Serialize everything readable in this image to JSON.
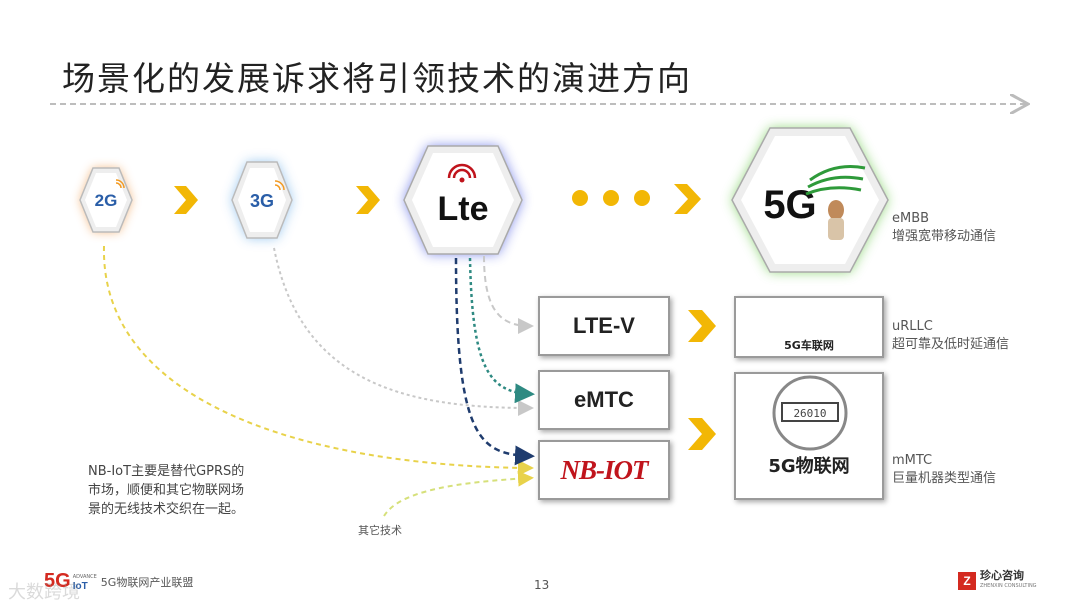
{
  "title": "场景化的发展诉求将引领技术的演进方向",
  "generations": [
    {
      "label": "2G",
      "glow": "#f3b47a"
    },
    {
      "label": "3G",
      "glow": "#8fc1ee"
    },
    {
      "label": "Lte",
      "glow": "#7a86ea"
    },
    {
      "label": "5G",
      "glow": "#8ed676"
    }
  ],
  "tech_boxes": {
    "ltev": "LTE-V",
    "emtc": "eMTC",
    "nbiot": "NB-IOT"
  },
  "app_boxes": {
    "car_label": "5G车联网",
    "iot_label": "5G物联网",
    "meter_digits": "26010"
  },
  "side_labels": {
    "embb_en": "eMBB",
    "embb_cn": "增强宽带移动通信",
    "urllc_en": "uRLLC",
    "urllc_cn": "超可靠及低时延通信",
    "mmtc_en": "mMTC",
    "mmtc_cn": "巨量机器类型通信"
  },
  "note": {
    "line1": "NB-IoT主要是替代GPRS的",
    "line2": "市场，顺便和其它物联网场",
    "line3": "景的无线技术交织在一起。"
  },
  "other_tech": "其它技术",
  "footer": {
    "logo_5g": "5G",
    "logo_iot": "IoT",
    "logo_small": "ADVANCE",
    "org": "5G物联网产业联盟",
    "page": "13",
    "brand_mark": "Z",
    "brand": "珍心咨询",
    "brand_en": "ZHENXIN CONSULTING",
    "watermark": "大数跨境"
  },
  "colors": {
    "arrow": "#f2b705",
    "nbiot_red": "#c0141c",
    "yellow_line": "#e8d24a",
    "grey_line": "#c8c8c8",
    "teal_line": "#2e8a82"
  }
}
